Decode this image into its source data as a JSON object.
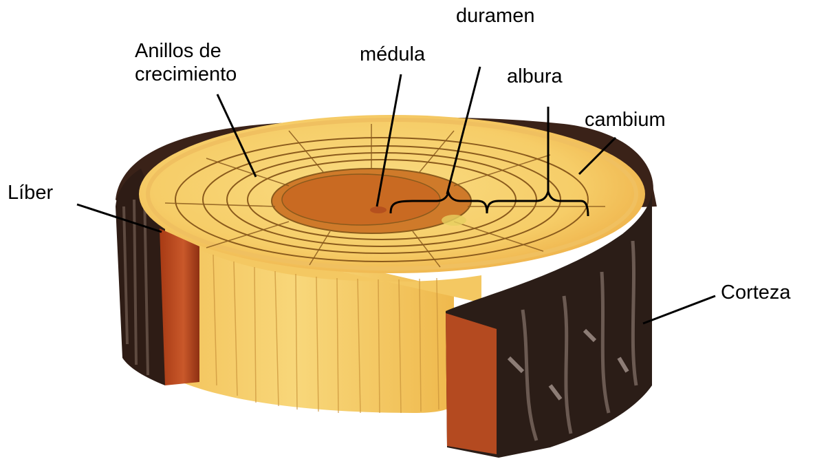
{
  "labels": {
    "duramen": "duramen",
    "medula": "médula",
    "anillos_line1": "Anillos de",
    "anillos_line2": "crecimiento",
    "albura": "albura",
    "cambium": "cambium",
    "liber": "Líber",
    "corteza": "Corteza"
  },
  "colors": {
    "bark": "#2b1d17",
    "bark_highlight": "#6b5a52",
    "phloem": "#b8471c",
    "sapwood": "#f7d170",
    "heartwood": "#cf7a2a",
    "pith": "#b5501e",
    "ring_lines": "#8a5a1c"
  }
}
